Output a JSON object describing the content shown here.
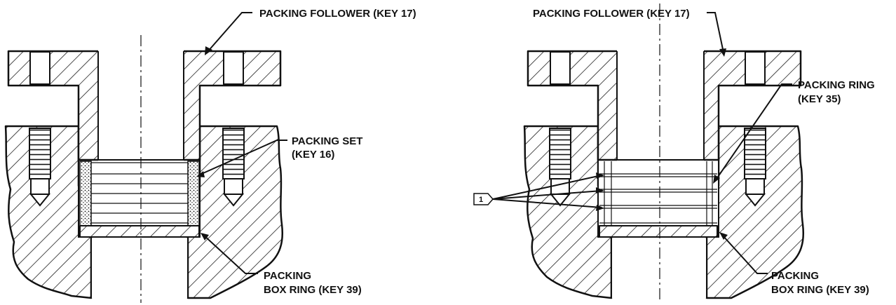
{
  "left_view": {
    "packing_follower_label": "PACKING FOLLOWER (KEY 17)",
    "packing_set_label_line1": "PACKING SET",
    "packing_set_label_line2": "(KEY 16)",
    "box_ring_label_line1": "PACKING",
    "box_ring_label_line2": "BOX RING (KEY 39)"
  },
  "right_view": {
    "packing_follower_label": "PACKING FOLLOWER (KEY 17)",
    "packing_ring_label_line1": "PACKING RING",
    "packing_ring_label_line2": "(KEY 35)",
    "box_ring_label_line1": "PACKING",
    "box_ring_label_line2": "BOX RING (KEY 39)",
    "note_reference": "1"
  },
  "colors": {
    "line": "#111111",
    "background": "#ffffff"
  }
}
